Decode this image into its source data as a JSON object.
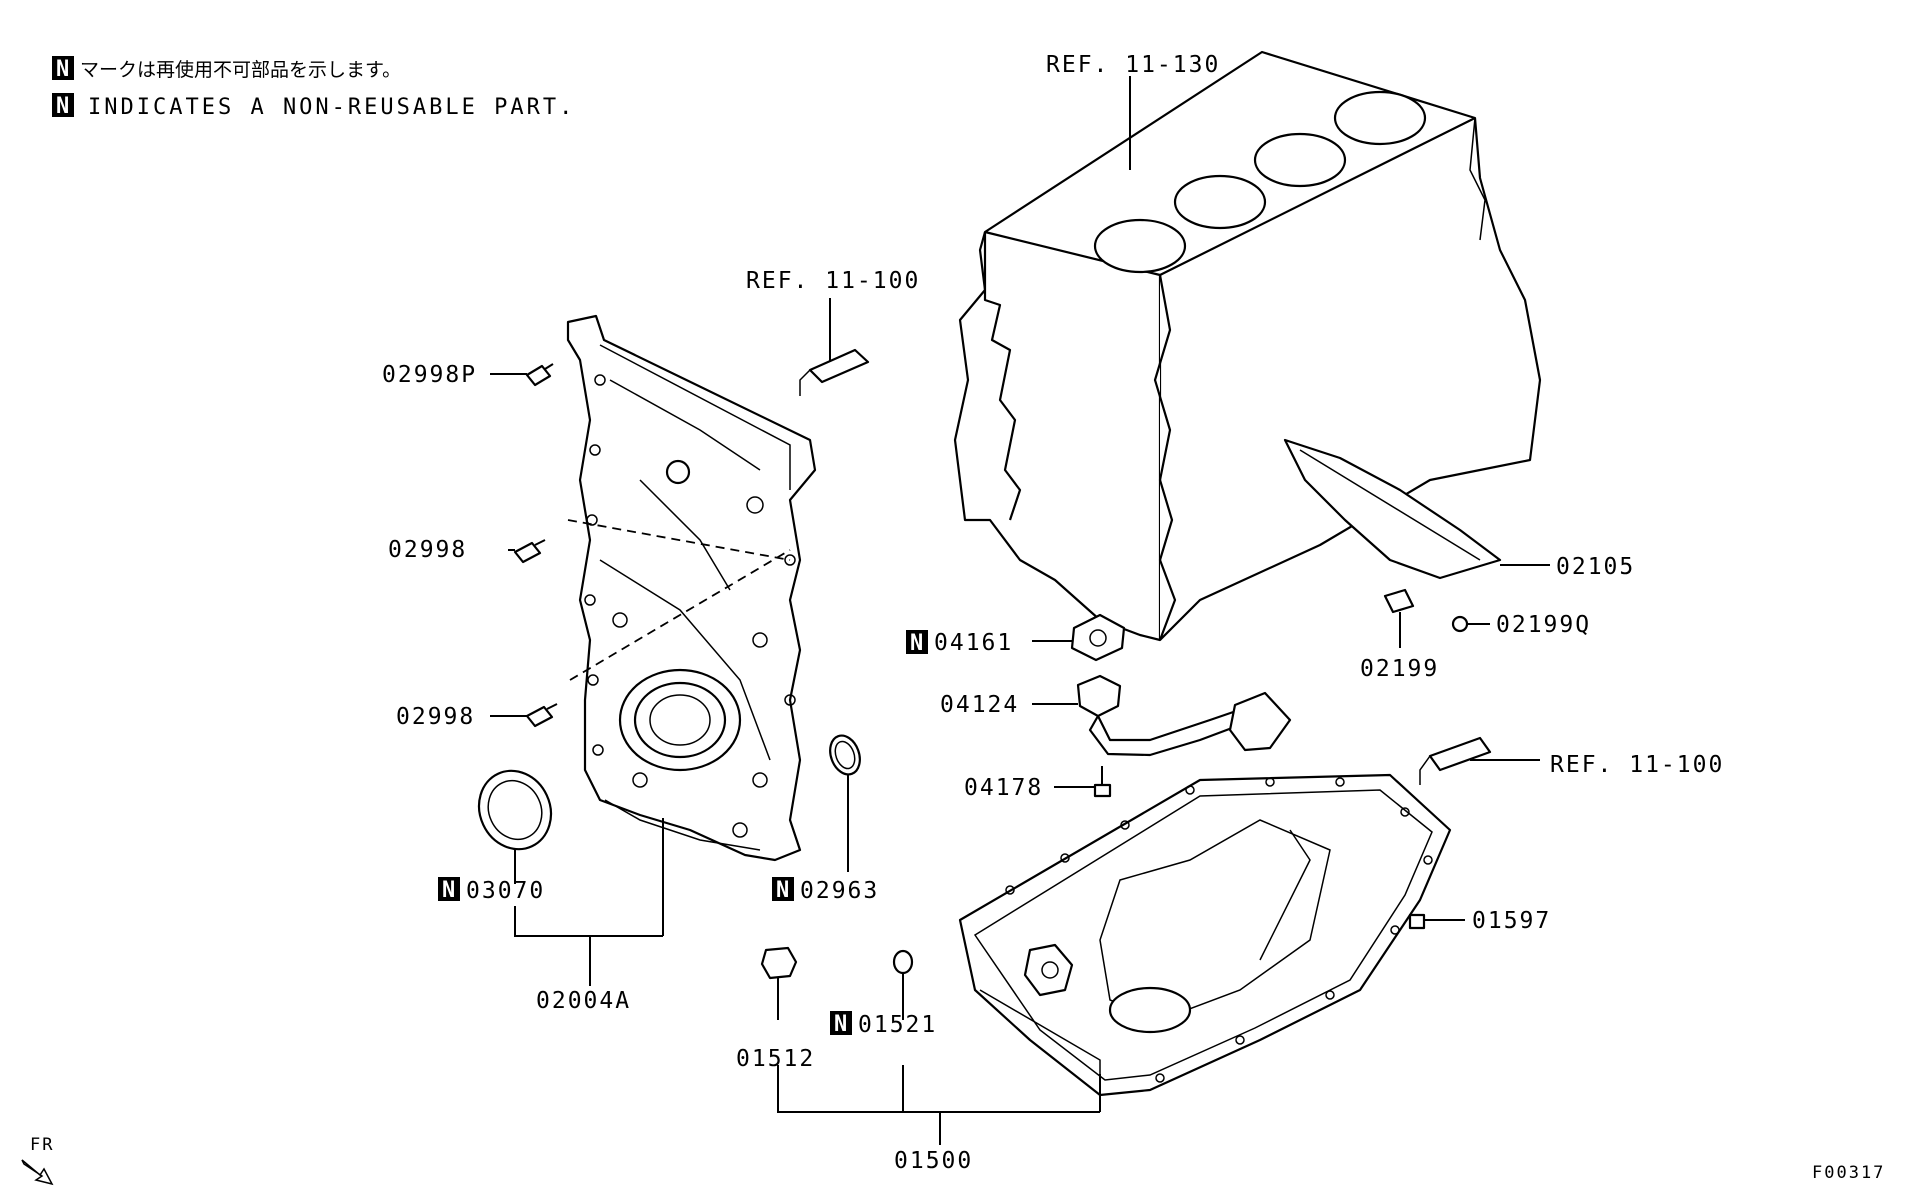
{
  "notes": {
    "badge": "N",
    "japanese": "マークは再使用不可部品を示します。",
    "english": "INDICATES A NON-REUSABLE PART."
  },
  "refs": {
    "ref_block": "REF. 11-130",
    "ref_cover": "REF. 11-100",
    "ref_pan": "REF. 11-100"
  },
  "parts": {
    "p02998P": "02998P",
    "p02998a": "02998",
    "p02998b": "02998",
    "p03070": "03070",
    "p02004A": "02004A",
    "p02963": "02963",
    "p04161": "04161",
    "p04124": "04124",
    "p04178": "04178",
    "p02105": "02105",
    "p02199": "02199",
    "p02199Q": "02199Q",
    "p01597": "01597",
    "p01512": "01512",
    "p01521": "01521",
    "p01500": "01500"
  },
  "direction": "FR",
  "figure_code": "F00317"
}
